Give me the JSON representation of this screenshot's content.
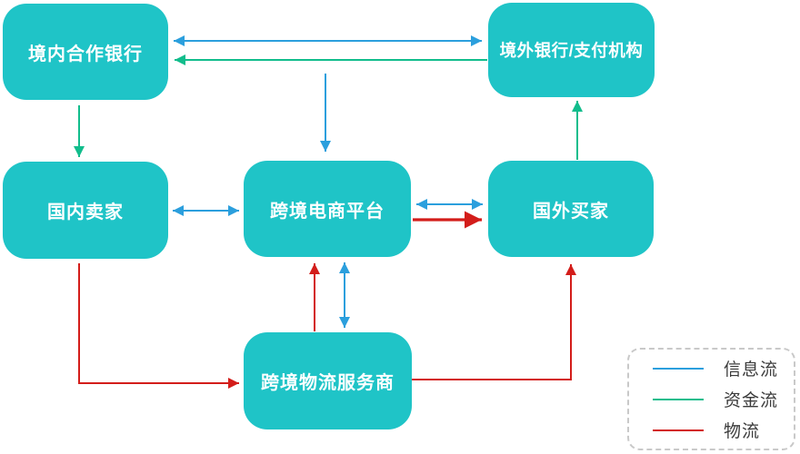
{
  "diagram": {
    "nodes": {
      "domestic_bank": {
        "label": "境内合作银行"
      },
      "overseas_bank": {
        "label": "境外银行/支付机构"
      },
      "domestic_seller": {
        "label": "国内卖家"
      },
      "platform": {
        "label": "跨境电商平台"
      },
      "foreign_buyer": {
        "label": "国外买家"
      },
      "logistics": {
        "label": "跨境物流服务商"
      }
    },
    "edges": [
      {
        "from": "境内合作银行",
        "to": "境外银行/支付机构",
        "flow": "信息流",
        "direction": "双向"
      },
      {
        "from": "境外银行/支付机构",
        "to": "境内合作银行",
        "flow": "资金流",
        "direction": "单向"
      },
      {
        "from": "境内合作银行/境外银行连线",
        "to": "跨境电商平台",
        "flow": "信息流",
        "direction": "单向"
      },
      {
        "from": "境内合作银行",
        "to": "国内卖家",
        "flow": "资金流",
        "direction": "单向"
      },
      {
        "from": "国内卖家",
        "to": "跨境电商平台",
        "flow": "信息流",
        "direction": "双向"
      },
      {
        "from": "跨境电商平台",
        "to": "国外买家",
        "flow": "信息流",
        "direction": "双向"
      },
      {
        "from": "跨境电商平台",
        "to": "国外买家",
        "flow": "物流",
        "direction": "单向"
      },
      {
        "from": "国外买家",
        "to": "境外银行/支付机构",
        "flow": "资金流",
        "direction": "单向"
      },
      {
        "from": "跨境物流服务商",
        "to": "跨境电商平台",
        "flow": "物流",
        "direction": "单向"
      },
      {
        "from": "跨境电商平台",
        "to": "跨境物流服务商",
        "flow": "信息流",
        "direction": "双向"
      },
      {
        "from": "国内卖家",
        "to": "跨境物流服务商",
        "flow": "物流",
        "direction": "单向"
      },
      {
        "from": "跨境物流服务商",
        "to": "国外买家",
        "flow": "物流",
        "direction": "单向"
      }
    ],
    "colors": {
      "node_fill": "#1fc4c7",
      "node_text": "#ffffff",
      "info_flow": "#2b9fdd",
      "capital_flow": "#11bd8c",
      "logistics_flow": "#d31d1a",
      "legend_text": "#3b3b3b",
      "legend_border": "#c9c9c9"
    }
  },
  "legend": {
    "items": [
      {
        "label": "信息流",
        "flow": "info",
        "color": "#2b9fdd"
      },
      {
        "label": "资金流",
        "flow": "capital",
        "color": "#11bd8c"
      },
      {
        "label": "物流",
        "flow": "logistics",
        "color": "#d31d1a"
      }
    ]
  }
}
